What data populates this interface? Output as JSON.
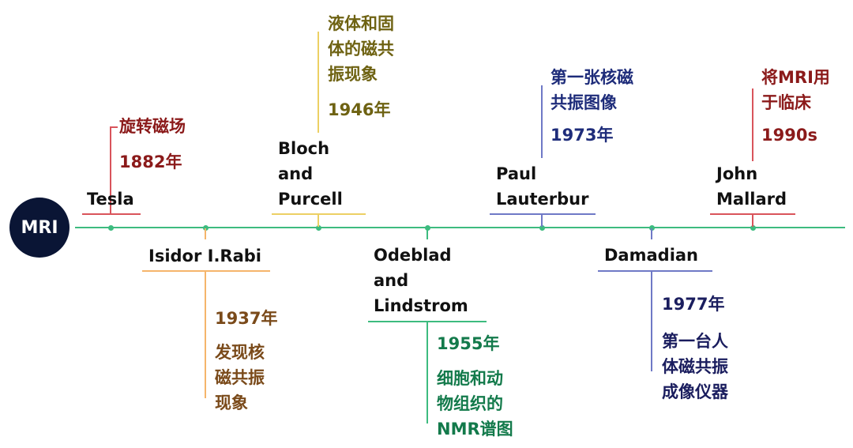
{
  "badge": {
    "label": "MRI"
  },
  "colors": {
    "main_line": "#3dbb7f",
    "badge_bg": "#0a1535",
    "red": "#d9545b",
    "red_text": "#8b1a1a",
    "yellow": "#ecd064",
    "olive_text": "#6e6212",
    "orange": "#f5b56b",
    "brown_text": "#7a4a1a",
    "green": "#3dbb7f",
    "green_text": "#137a4b",
    "blue": "#6f79c6",
    "navy_text": "#1e2c7a",
    "dark_navy_text": "#1a1d5e"
  },
  "events": [
    {
      "id": "tesla",
      "name": "Tesla",
      "year": "1882年",
      "desc": [
        "旋转磁场"
      ]
    },
    {
      "id": "rabi",
      "name": "Isidor I.Rabi",
      "year": "1937年",
      "desc": [
        "发现核",
        "磁共振",
        "现象"
      ]
    },
    {
      "id": "bloch",
      "name_lines": [
        "Bloch",
        "and",
        "Purcell"
      ],
      "year": "1946年",
      "desc": [
        "液体和固",
        "体的磁共",
        "振现象"
      ]
    },
    {
      "id": "odeblad",
      "name_lines": [
        "Odeblad",
        "and",
        "Lindstrom"
      ],
      "year": "1955年",
      "desc": [
        "细胞和动",
        "物组织的",
        "NMR谱图"
      ]
    },
    {
      "id": "lauterbur",
      "name_lines": [
        "Paul",
        "Lauterbur"
      ],
      "year": "1973年",
      "desc": [
        "第一张核磁",
        "共振图像"
      ]
    },
    {
      "id": "damadian",
      "name": "Damadian",
      "year": "1977年",
      "desc": [
        "第一台人",
        "体磁共振",
        "成像仪器"
      ]
    },
    {
      "id": "mallard",
      "name_lines": [
        "John",
        "Mallard"
      ],
      "year": "1990s",
      "desc": [
        "将MRI用",
        "于临床"
      ]
    }
  ]
}
